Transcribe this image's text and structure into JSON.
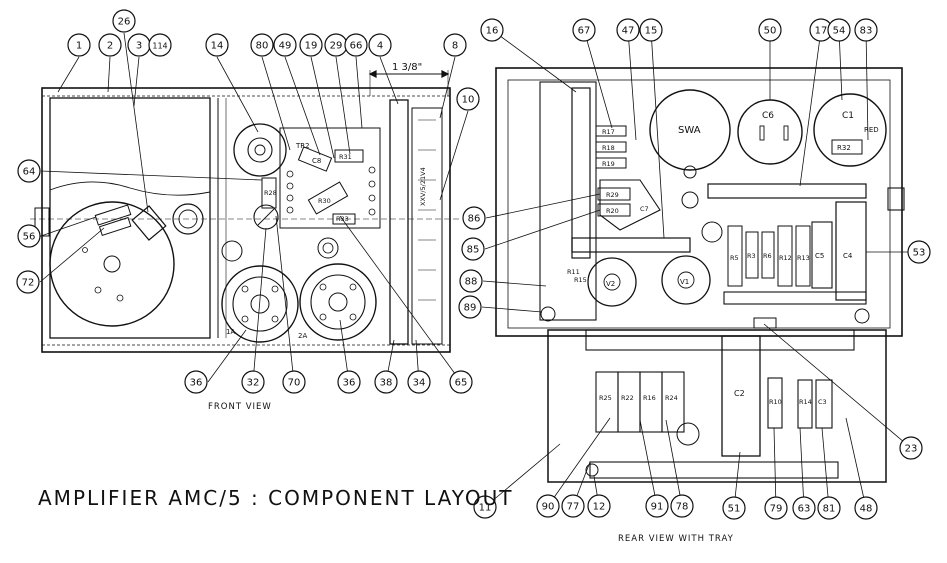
{
  "title": "AMPLIFIER AMC/5 : COMPONENT LAYOUT",
  "front_caption": "FRONT VIEW",
  "rear_caption": "REAR VIEW WITH TRAY",
  "dimension_label": "1 3/8\"",
  "callouts_front": [
    "1",
    "2",
    "3",
    "114",
    "26",
    "14",
    "80",
    "49",
    "19",
    "29",
    "66",
    "4",
    "8",
    "10",
    "64",
    "56",
    "72",
    "36",
    "32",
    "70",
    "36",
    "38",
    "34",
    "65"
  ],
  "callouts_rear": [
    "16",
    "67",
    "47",
    "15",
    "50",
    "17",
    "54",
    "83",
    "86",
    "85",
    "88",
    "89",
    "53",
    "23",
    "11",
    "90",
    "77",
    "12",
    "91",
    "78",
    "51",
    "79",
    "63",
    "81",
    "48"
  ],
  "component_labels": {
    "swa": "SWA",
    "c6": "C6",
    "c1": "C1",
    "red": "RED",
    "r32": "R32",
    "tr2": "TR2",
    "c8": "C8",
    "r31": "R31",
    "r28": "R28",
    "r30": "R30",
    "r33": "R33",
    "r17": "R17",
    "r18": "R18",
    "r19": "R19",
    "r29": "R29",
    "r20": "R20",
    "c7": "C7",
    "r5": "R5",
    "r3": "R3",
    "r6": "R6",
    "r12": "R12",
    "r13": "R13",
    "c5": "C5",
    "c4": "C4",
    "r25": "R25",
    "r22": "R22",
    "r16": "R16",
    "r24": "R24",
    "c2": "C2",
    "r10": "R10",
    "r14": "R14",
    "c3": "C3",
    "r11": "R11",
    "r15": "R15",
    "v1": "V1",
    "v2": "V2",
    "v1a": "1A",
    "v2a": "2A",
    "xxv": "XXV/5/21V4"
  }
}
